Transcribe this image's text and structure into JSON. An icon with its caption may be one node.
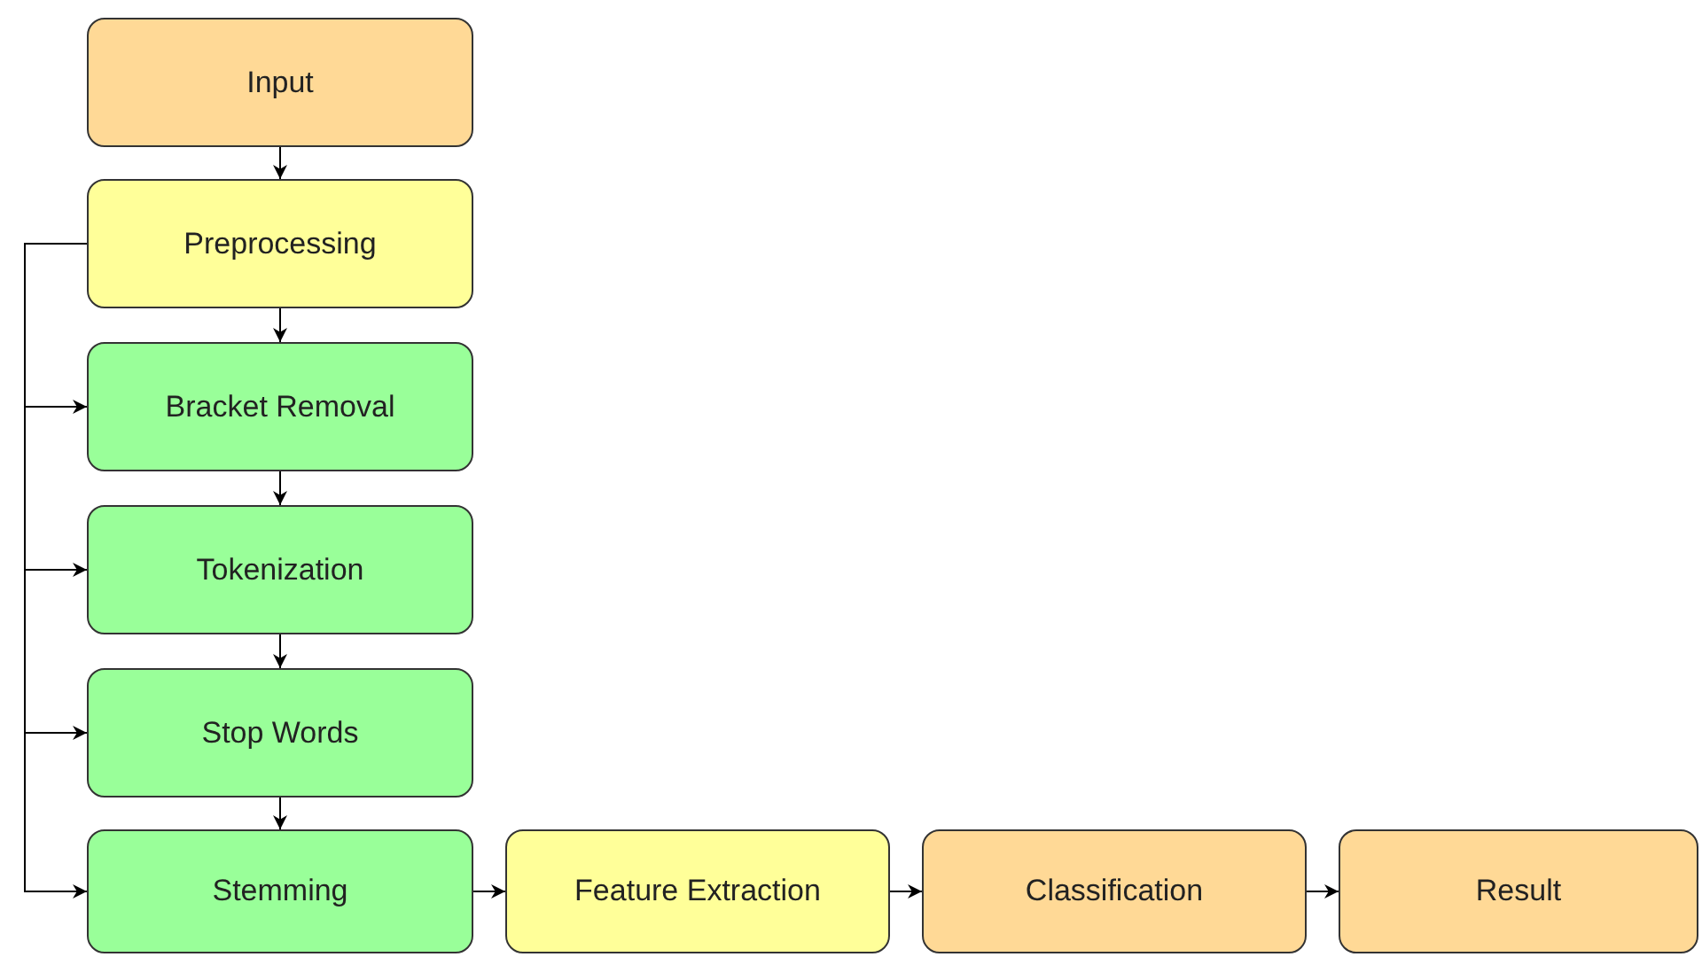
{
  "diagram": {
    "nodes": [
      {
        "text": [
          "Input"
        ]
      },
      {
        "text": [
          "Preprocessing"
        ]
      },
      {
        "text": [
          "Bracket Removal"
        ]
      },
      {
        "text": [
          "Tokenization"
        ]
      },
      {
        "text": [
          "Stop Words"
        ]
      },
      {
        "text": [
          "Stemming"
        ]
      },
      {
        "text": [
          "Feature Extraction"
        ]
      },
      {
        "text": [
          "Classification"
        ]
      },
      {
        "text": [
          "Result"
        ]
      }
    ],
    "edges": [
      {
        "from": 0,
        "to": 1,
        "arrow": "to"
      },
      {
        "from": 1,
        "to": 2,
        "arrow": "to"
      },
      {
        "from": 2,
        "to": 3,
        "arrow": "to"
      },
      {
        "from": 3,
        "to": 4,
        "arrow": "to"
      },
      {
        "from": 4,
        "to": 5,
        "arrow": "to"
      },
      {
        "from": 5,
        "to": 6,
        "arrow": "to"
      },
      {
        "from": 6,
        "to": 7,
        "arrow": "to"
      },
      {
        "from": 7,
        "to": 8,
        "arrow": "to"
      },
      {
        "from": 1,
        "to": 2,
        "arrow": "to"
      },
      {
        "from": 1,
        "to": 3,
        "arrow": "to"
      },
      {
        "from": 1,
        "to": 4,
        "arrow": "to"
      },
      {
        "from": 1,
        "to": 5,
        "arrow": "to"
      }
    ]
  }
}
